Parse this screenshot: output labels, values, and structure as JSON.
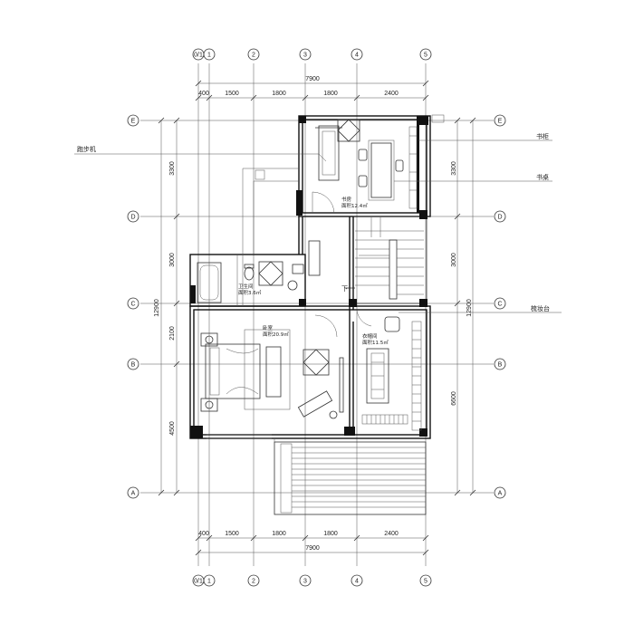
{
  "dimensions": {
    "total": "7900",
    "segments": [
      "400",
      "1500",
      "1800",
      "1800",
      "2400"
    ],
    "left_vertical": [
      "3300",
      "3000",
      "2100",
      "4500"
    ],
    "left_total": "12900",
    "right_vertical": [
      "3300",
      "3000",
      "6600"
    ],
    "right_total": "12900"
  },
  "axes": {
    "vertical": [
      "0/1",
      "1",
      "2",
      "3",
      "4",
      "5"
    ],
    "horizontal": [
      "E",
      "D",
      "C",
      "B",
      "A"
    ]
  },
  "labels": {
    "treadmill": "跑步机",
    "bookshelf": "书柜",
    "study": "书桌",
    "dresser": "梳妆台",
    "down": "下"
  },
  "rooms": [
    {
      "name": "书房",
      "area": "面积12.4㎡"
    },
    {
      "name": "卫生间",
      "area": "面积3.6㎡"
    },
    {
      "name": "卧室",
      "area": "面积20.9㎡"
    },
    {
      "name": "衣帽间",
      "area": "面积11.5㎡"
    }
  ]
}
